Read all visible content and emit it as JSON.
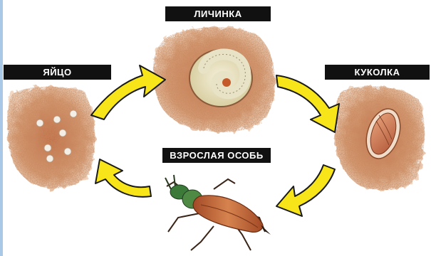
{
  "diagram": {
    "stages": {
      "larva": "ЛИЧИНКА",
      "egg": "ЯЙЦО",
      "pupa": "КУКОЛКА",
      "adult": "ВЗРОСЛАЯ ОСОБЬ"
    },
    "colors": {
      "soil": "#c9825a",
      "soil_dark": "#a85a34",
      "arrow": "#f7e51a",
      "arrow_outline": "#1a1a1a",
      "label_bg": "#111111",
      "beetle_body": "#c8683c",
      "beetle_head": "#3c7a3a"
    }
  }
}
